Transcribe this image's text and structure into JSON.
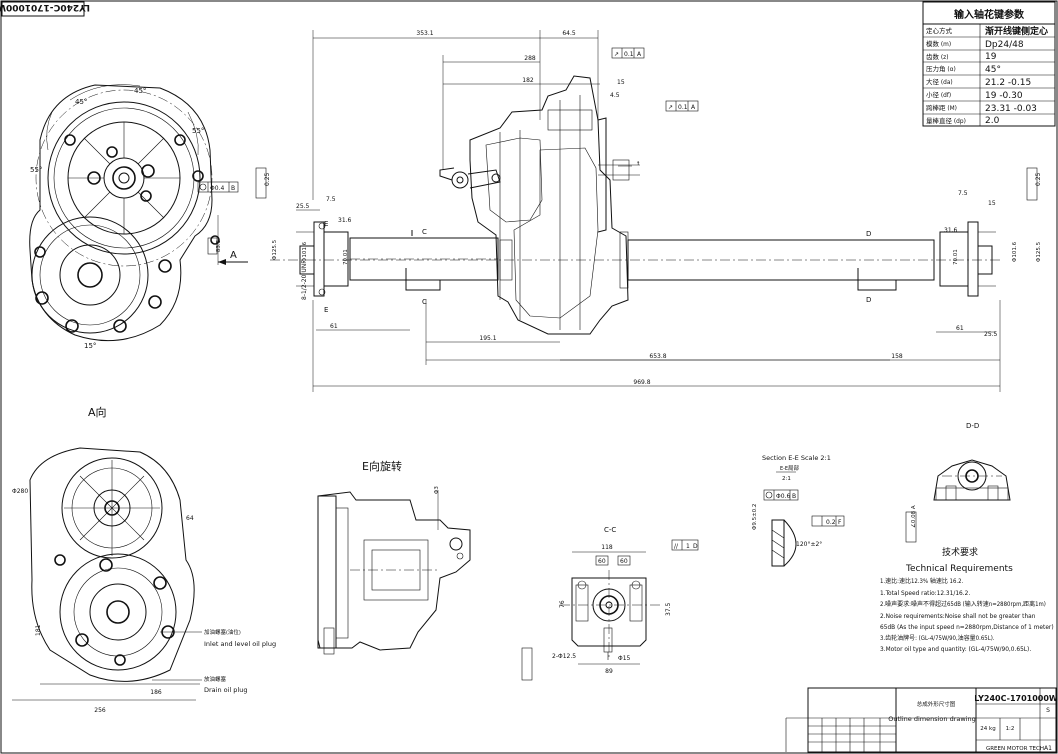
{
  "drawing_id_rotated": "LY240C-1701000W",
  "spline_table": {
    "title": "输入轴花键参数",
    "rows": [
      {
        "label": "定心方式",
        "value": "渐开线键侧定心"
      },
      {
        "label": "模数 (m)",
        "value": "Dp24/48"
      },
      {
        "label": "齿数 (z)",
        "value": "19"
      },
      {
        "label": "压力角 (α)",
        "value": "45°"
      },
      {
        "label": "大径 (da)",
        "value": "21.2 -0.15"
      },
      {
        "label": "小径 (df)",
        "value": "19 -0.30"
      },
      {
        "label": "跨棒距 (M)",
        "value": "23.31 -0.03"
      },
      {
        "label": "量棒直径 (dp)",
        "value": "2.0"
      }
    ]
  },
  "main_dims": {
    "d_353_1": "353.1",
    "d_64_5": "64.5",
    "d_288": "288",
    "d_182": "182",
    "d_15": "15",
    "d_4_5": "4.5",
    "d_25_5": "25.5",
    "d_7_5": "7.5",
    "d_31_6": "31.6",
    "d_61": "61",
    "d_195_1": "195.1",
    "d_653_8": "653.8",
    "d_158": "158",
    "d_969_8": "969.8",
    "d_bolt": "8-1/2-20 UNF",
    "tol_01": "0.1",
    "tol_025": "0.25",
    "section_c": "C",
    "section_d": "D",
    "section_e": "E"
  },
  "view_labels": {
    "view_a_arrow": "A",
    "view_a_title": "A向",
    "view_e_title": "E向旋转",
    "section_cc": "C-C",
    "section_dd": "D-D",
    "section_ee": "Section E-E Scale 2:1",
    "section_ee_cn": "E-E局部",
    "scale_21": "2:1"
  },
  "front_view": {
    "ang_45a": "45°",
    "ang_45b": "45°",
    "ang_55a": "55°",
    "ang_55b": "55°",
    "ang_15": "15°",
    "d_280": "Φ280",
    "d_256": "256",
    "d_186": "186",
    "d_181": "181",
    "inlet_cn": "加油螺塞(油位)",
    "inlet_en": "Inlet and level oil plug",
    "drain_cn": "放油螺塞",
    "drain_en": "Drain oil plug"
  },
  "cc_dims": {
    "d_118": "118",
    "d_60a": "60",
    "d_60b": "60",
    "d_89": "89",
    "d_76": "76",
    "d_37_5": "37.5",
    "holes": "2-Φ12.5",
    "d_15": "Φ15",
    "tol": "1"
  },
  "tech_req": {
    "title_cn": "技术要求",
    "title_en": "Technical Requirements",
    "items": [
      "1.速比:速比12.3% 轴速比 16.2.",
      "1.Total Speed ratio:12.31/16.2.",
      "2.噪声要求:噪声不得超过65dB (输入转速n=2880rpm,距离1m)",
      "2.Noise requirements:Noise shall not be greater than",
      " 65dB (As the input speed n=2880rpm,Distance of 1 meter)",
      "3.齿轮油牌号: (GL-4/75W/90,油容量0.65L).",
      "3.Motor oil type and quantity: (GL-4/75W/90,0.65L)."
    ]
  },
  "title_block": {
    "drawing_no": "LY240C-1701000W",
    "name_cn": "总成外形尺寸图",
    "name_en": "Outline dimension drawing",
    "company": "GREEN MOTOR TECH",
    "weight": "24 kg",
    "scale": "1:2",
    "sheet": "A1",
    "rev": "S"
  }
}
